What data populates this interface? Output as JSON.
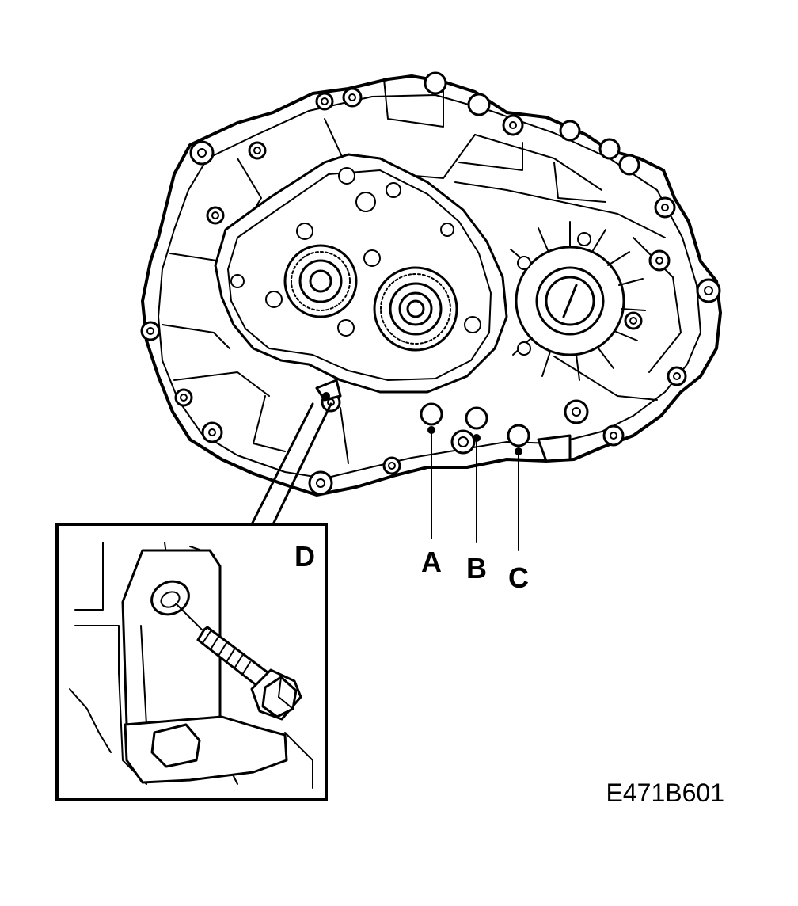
{
  "figure_id": "E471B601",
  "callouts": {
    "a": "A",
    "b": "B",
    "c": "C",
    "d": "D"
  }
}
